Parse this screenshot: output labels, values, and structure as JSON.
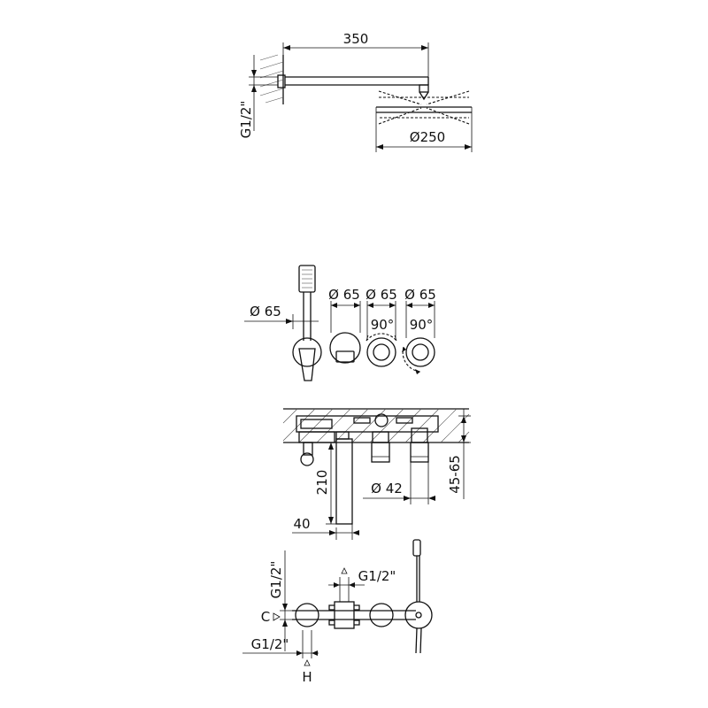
{
  "shower_head": {
    "arm_length_label": "350",
    "diameter_label": "Ø250",
    "thread_label": "G1/2\""
  },
  "front_view": {
    "handshower_diameter_label": "Ø 65",
    "outlet_diameter_label": "Ø 65",
    "valve1_diameter_label": "Ø 65",
    "valve1_rotation_label": "90°",
    "valve2_diameter_label": "Ø 65",
    "valve2_rotation_label": "90°"
  },
  "side_view": {
    "spout_length_label": "210",
    "spout_width_label": "40",
    "handle_diameter_label": "Ø 42",
    "wall_depth_label": "45-65"
  },
  "top_view": {
    "inlet_thread_vertical_label": "G1/2\"",
    "inlet_thread_top_label": "G1/2\"",
    "cold_label": "C",
    "inlet_thread_bottom_label": "G1/2\"",
    "hot_label": "H"
  }
}
